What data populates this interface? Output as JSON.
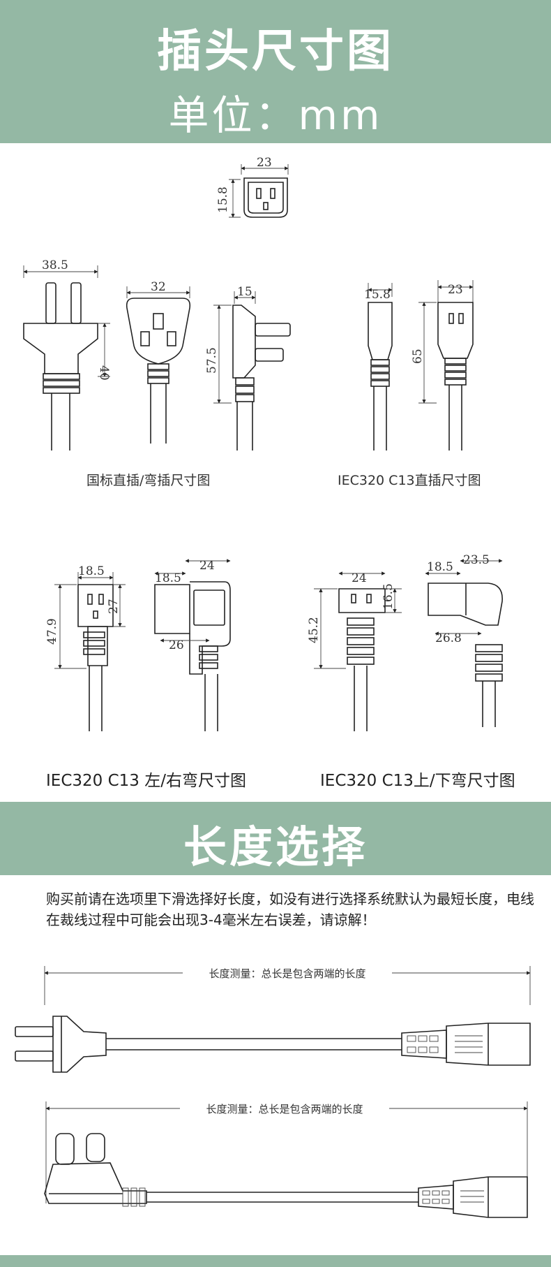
{
  "header": {
    "title": "插头尺寸图",
    "unit": "单位：mm"
  },
  "length_header": {
    "title": "长度选择"
  },
  "dims": {
    "top_socket": {
      "w": "23",
      "h": "15.8"
    },
    "plug": {
      "width": "38.5",
      "height": "40",
      "face_width": "32",
      "side_depth": "15",
      "side_height": "57.5"
    },
    "c13_straight": {
      "side_w": "15.8",
      "front_w": "23",
      "height": "65"
    },
    "c13_lr": {
      "front_w": "18.5",
      "front_h": "27",
      "total_h": "47.9",
      "side_top": "18.5",
      "side_w": "24",
      "side_bottom": "26"
    },
    "c13_ud": {
      "front_w": "24",
      "front_h": "16.5",
      "total_h": "45.2",
      "side_left": "18.5",
      "side_w": "23.5",
      "side_bottom": "26.8"
    }
  },
  "captions": {
    "plug": "国标直插/弯插尺寸图",
    "c13_straight": "IEC320 C13直插尺寸图",
    "c13_lr": "IEC320 C13 左/右弯尺寸图",
    "c13_ud": "IEC320 C13上/下弯尺寸图"
  },
  "notice": "购买前请在选项里下滑选择好长度，如没有进行选择系统默认为最短长度，电线在裁线过程中可能会出现3-4毫米左右误差，请谅解！",
  "measure_label_1": "长度测量：总长是包含两端的长度",
  "measure_label_2": "长度测量：总长是包含两端的长度",
  "colors": {
    "banner": "#94b8a4",
    "line": "#222222"
  }
}
